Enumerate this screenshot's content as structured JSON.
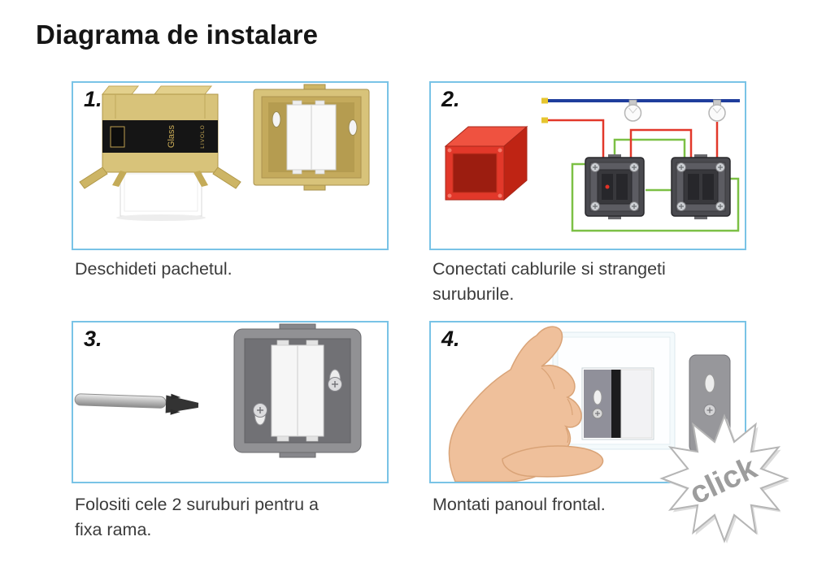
{
  "page": {
    "title": "Diagrama de instalare"
  },
  "steps": [
    {
      "number": "1.",
      "caption": "Deschideti pachetul.",
      "package_brand": "LIVOLO",
      "package_label": "Glass"
    },
    {
      "number": "2.",
      "caption": "Conectati cablurile si strangeti suruburile."
    },
    {
      "number": "3.",
      "caption": "Folositi cele 2 suruburi pentru a fixa rama."
    },
    {
      "number": "4.",
      "caption": "Montati panoul frontal.",
      "click_label": "click"
    }
  ],
  "colors": {
    "panel_border": "#79c3e6",
    "gold_package": "#d8c37a",
    "flush_box_red": "#e2382a",
    "wire_red": "#e2382a",
    "wire_blue": "#1f3d9c",
    "wire_green": "#7cc045",
    "frame_gray": "#919194",
    "skin": "#efc09b"
  }
}
